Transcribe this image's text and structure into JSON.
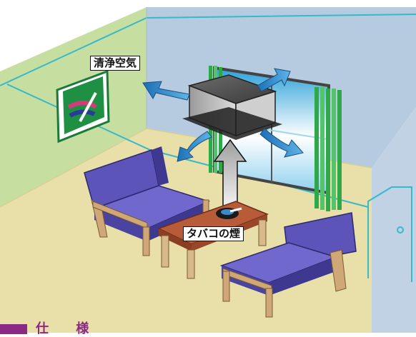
{
  "labels": {
    "clean_air": "清浄空気",
    "smoke": "タバコの煙"
  },
  "section_heading": "仕 様",
  "colors": {
    "left_wall": "#c7dea1",
    "back_wall": "#b7cbe0",
    "floor": "#e8e0a8",
    "trim_line": "#36b9c8",
    "sofa": "#5c54b8",
    "sofa_dark": "#3e3890",
    "wood": "#d0a877",
    "table_top": "#b85b39",
    "curtain": "#2fa84a",
    "airflow_arrow": "#3a95cf",
    "smoke_arrow": "#cfcfcf",
    "heading": "#8a2a84"
  },
  "icons": [
    "no-smoking-sign-icon",
    "air-purifier-unit-icon",
    "ashtray-icon",
    "door-icon"
  ]
}
